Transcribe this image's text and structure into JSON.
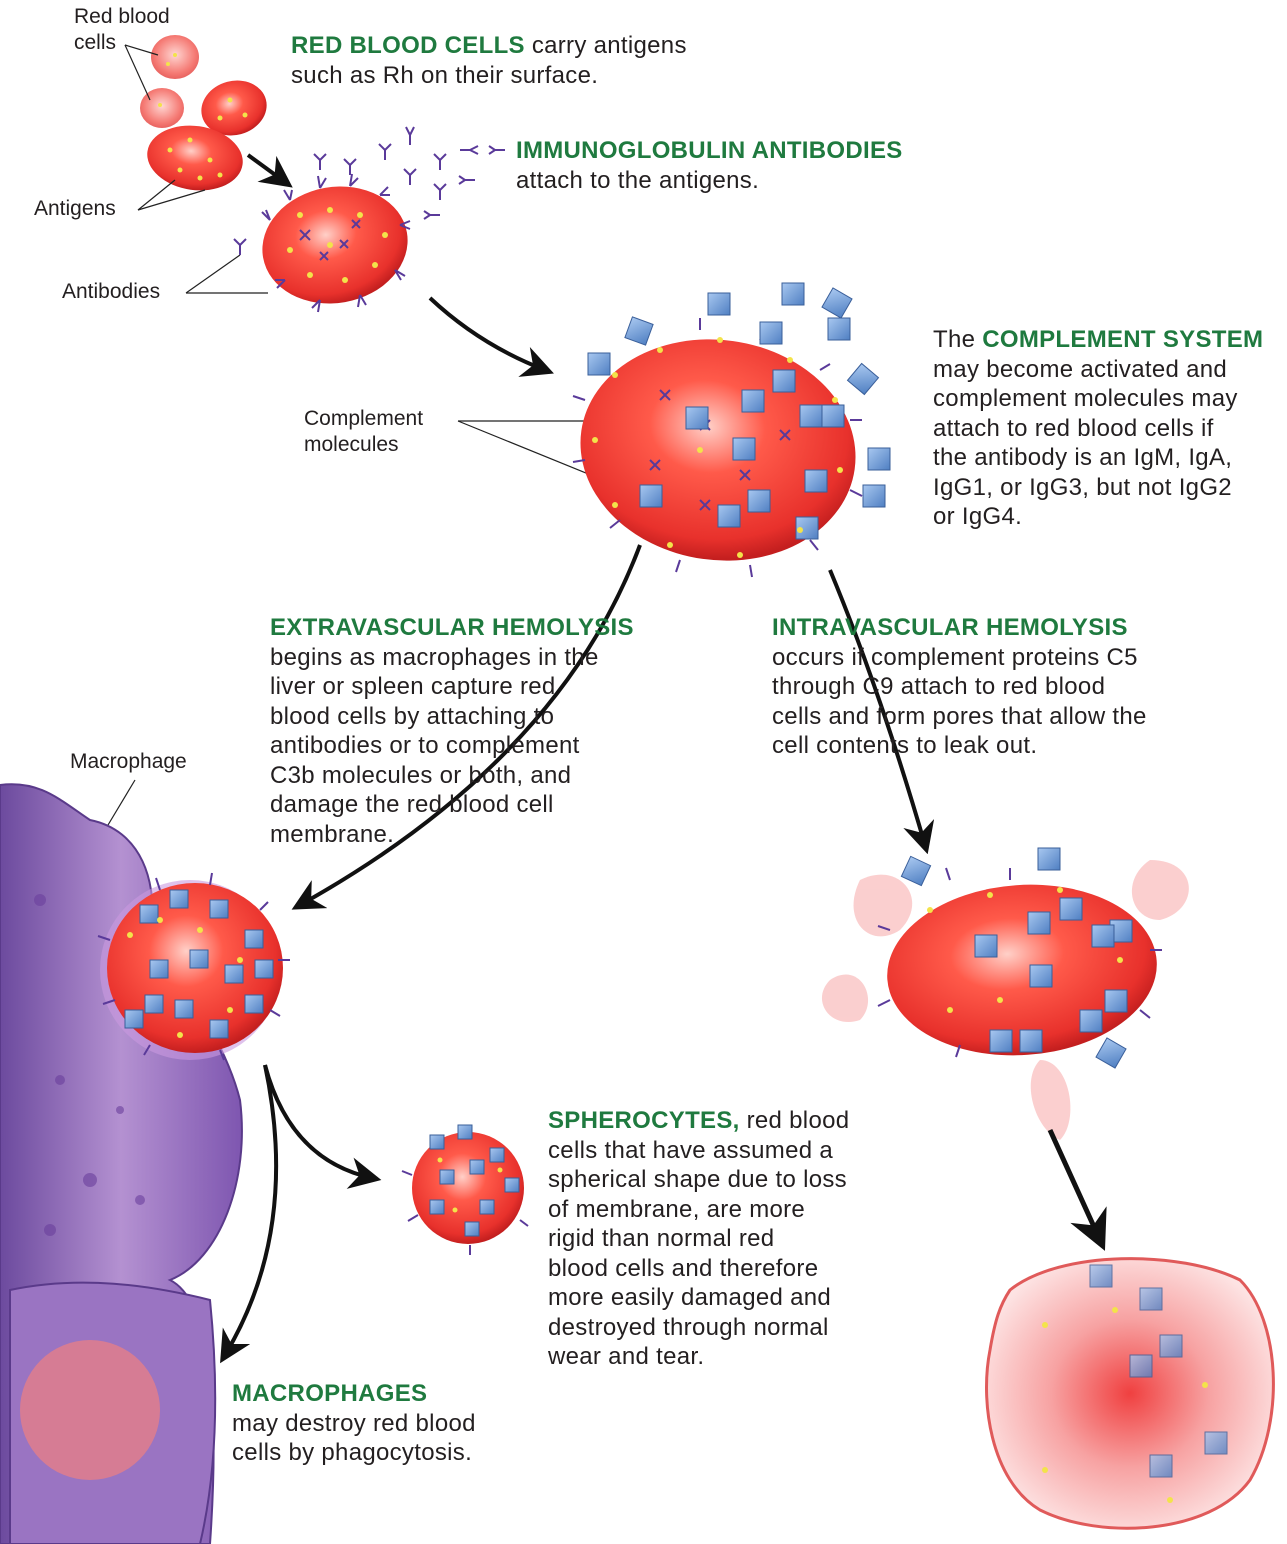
{
  "labels": {
    "red_blood_cells_line1": "Red blood",
    "red_blood_cells_line2": "cells",
    "antigens": "Antigens",
    "antibodies": "Antibodies",
    "complement_molecules_line1": "Complement",
    "complement_molecules_line2": "molecules",
    "macrophage": "Macrophage"
  },
  "captions": {
    "rbc": {
      "heading": "RED BLOOD CELLS",
      "lines": [
        "carry antigens",
        "such as Rh on their surface."
      ]
    },
    "antibodies": {
      "heading": "IMMUNOGLOBULIN ANTIBODIES",
      "lines": [
        "attach to the antigens."
      ]
    },
    "complement": {
      "prefix": "The",
      "heading": "COMPLEMENT SYSTEM",
      "lines": [
        "may become activated and",
        "complement molecules may",
        "attach to red blood cells if",
        "the antibody is an IgM, IgA,",
        "IgG1, or IgG3, but not IgG2",
        "or IgG4."
      ]
    },
    "extravascular": {
      "heading": "EXTRAVASCULAR HEMOLYSIS",
      "lines": [
        "begins as macrophages in the",
        "liver or spleen capture red",
        "blood cells by attaching to",
        "antibodies or to complement",
        "C3b molecules or both, and",
        "damage the red blood cell",
        "membrane."
      ]
    },
    "intravascular": {
      "heading": "INTRAVASCULAR HEMOLYSIS",
      "lines": [
        "occurs if complement proteins C5",
        "through C9 attach to red blood",
        "cells and form pores that allow the",
        "cell contents to leak out."
      ]
    },
    "spherocytes": {
      "heading": "SPHEROCYTES,",
      "first_line_rest": "red blood",
      "lines": [
        "cells that have assumed a",
        "spherical shape due to loss",
        "of membrane, are more",
        "rigid than normal red",
        "blood cells and therefore",
        "more easily damaged and",
        "destroyed through normal",
        "wear and tear."
      ]
    },
    "macrophages": {
      "heading": "MACROPHAGES",
      "lines": [
        "may destroy red blood",
        "cells by phagocytosis."
      ]
    }
  },
  "colors": {
    "heading_green": "#1f7a3f",
    "rbc_red": "#e8312c",
    "antibody_purple": "#5a3a9a",
    "complement_blue": "#6f9fd8",
    "macrophage_purple": "#8a5fb0"
  }
}
